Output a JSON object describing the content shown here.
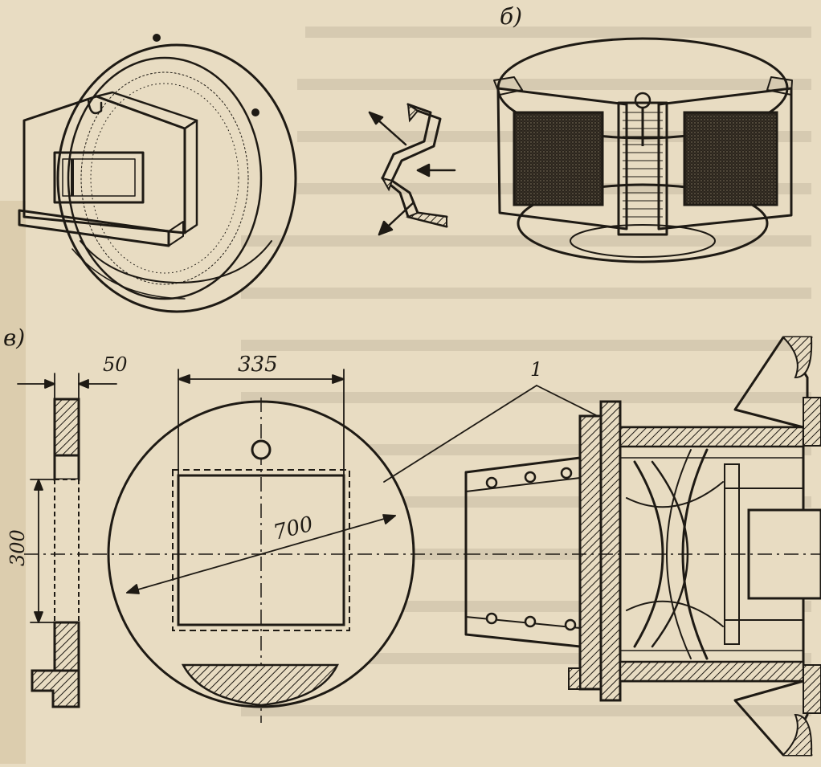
{
  "figure": {
    "panels": [
      {
        "id": "a",
        "label": ""
      },
      {
        "id": "b",
        "label": "б)"
      },
      {
        "id": "c",
        "label": "в)"
      }
    ],
    "dimensions": {
      "flange_thickness": "50",
      "window_width": "335",
      "window_height": "300",
      "diameter": "700"
    },
    "callout": "1"
  },
  "colors": {
    "paper": "#e8dcc2",
    "ink": "#1e1a14",
    "mesh": "#2a241c",
    "bleed": "#7a6f5c"
  }
}
